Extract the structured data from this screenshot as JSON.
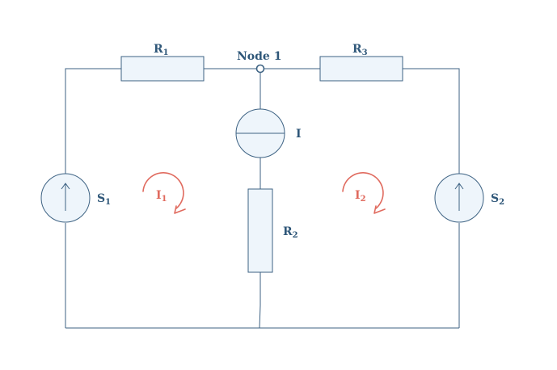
{
  "diagram": {
    "node_label": "Node 1",
    "components": {
      "R1": {
        "base": "R",
        "sub": "1"
      },
      "R2": {
        "base": "R",
        "sub": "2"
      },
      "R3": {
        "base": "R",
        "sub": "3"
      },
      "I": {
        "base": "I"
      },
      "S1": {
        "base": "S",
        "sub": "1"
      },
      "S2": {
        "base": "S",
        "sub": "2"
      }
    },
    "loops": {
      "I1": {
        "base": "I",
        "sub": "1"
      },
      "I2": {
        "base": "I",
        "sub": "2"
      }
    },
    "colors": {
      "wire": "#3d6283",
      "component_fill": "#eef5fb",
      "label": "#2f5779",
      "loop": "#e06a5e"
    }
  }
}
